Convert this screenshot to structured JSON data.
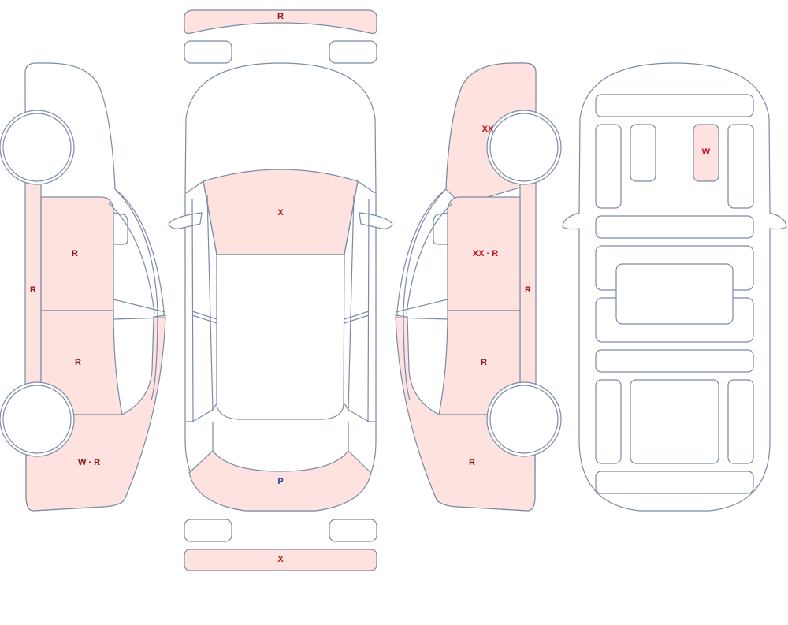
{
  "colors": {
    "damaged_fill": "#fde2e0",
    "outline": "#7c8aa6",
    "code_red": "#c0161c",
    "code_dark_red": "#8b1a1a",
    "code_blue": "#1f3f9a"
  },
  "codes": {
    "front_bumper": "R",
    "rear_bumper": "X",
    "hood": "X",
    "trunk_lid": "P",
    "left_rocker": "R",
    "left_front_door": "R",
    "left_rear_door": "R",
    "left_rear_quarter": "W · R",
    "right_front_fender": "XX",
    "right_front_door": "XX · R",
    "right_rocker": "R",
    "right_rear_door": "R",
    "right_rear_quarter": "R",
    "interior_panel": "W"
  }
}
